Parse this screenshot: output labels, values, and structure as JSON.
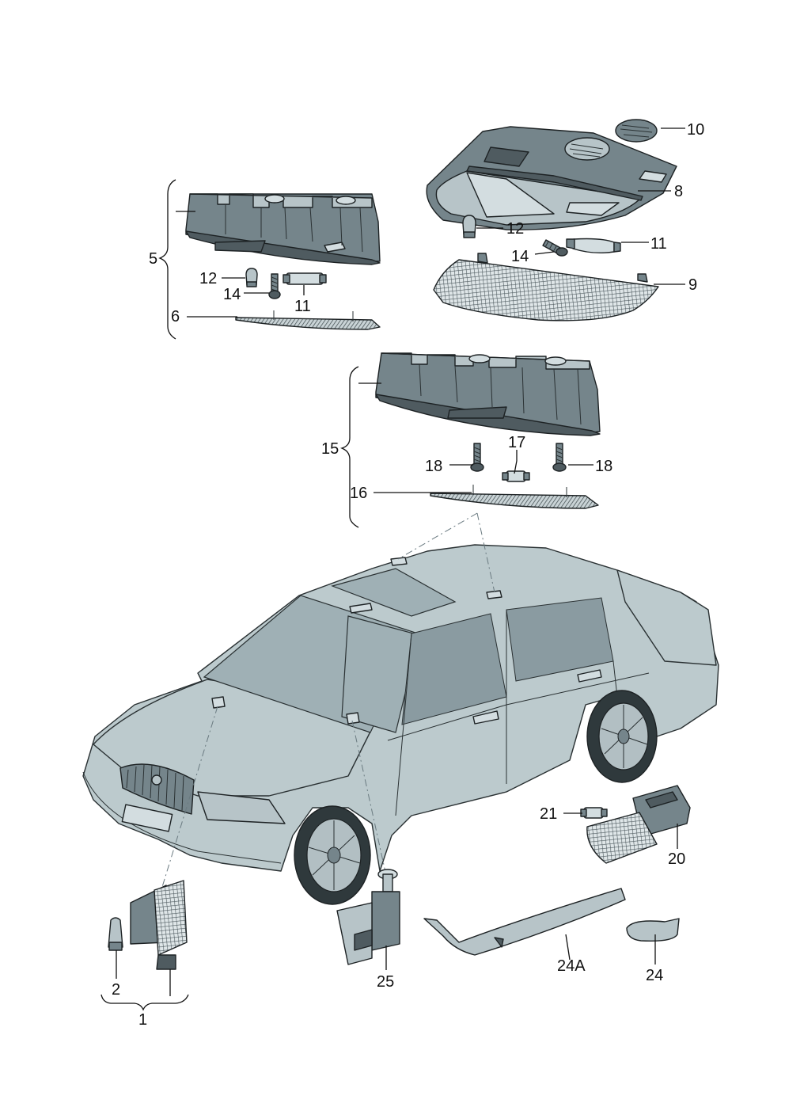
{
  "labels": {
    "l1": "1",
    "l2": "2",
    "l5": "5",
    "l6": "6",
    "l8": "8",
    "l9": "9",
    "l10": "10",
    "l11a": "11",
    "l11b": "11",
    "l12a": "12",
    "l12b": "12",
    "l14a": "14",
    "l14b": "14",
    "l15": "15",
    "l16": "16",
    "l17": "17",
    "l18a": "18",
    "l18b": "18",
    "l20": "20",
    "l21": "21",
    "l24": "24",
    "l24a": "24A",
    "l25": "25"
  }
}
